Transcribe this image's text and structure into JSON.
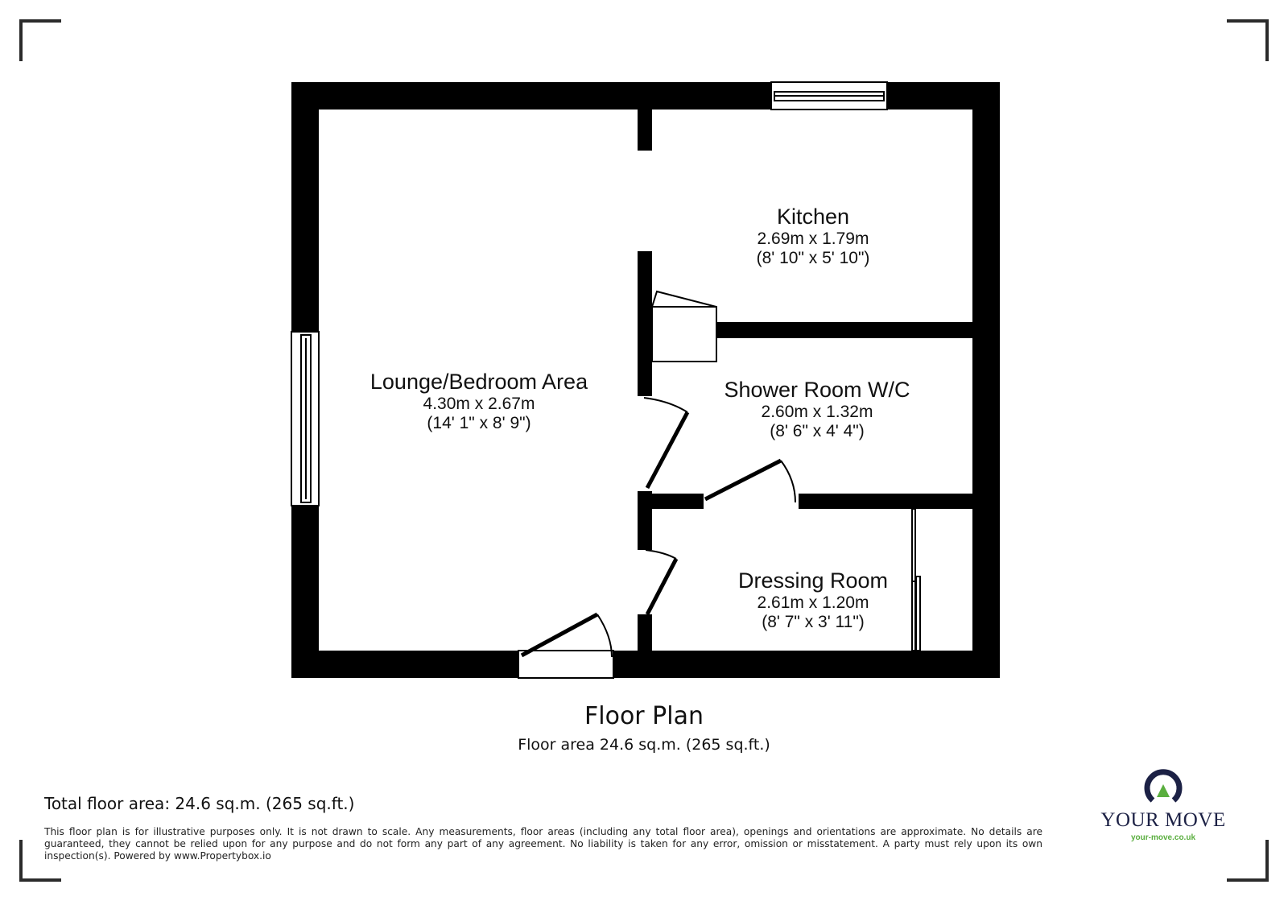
{
  "plan": {
    "title": "Floor Plan",
    "subtitle": "Floor area 24.6 sq.m. (265 sq.ft.)"
  },
  "rooms": [
    {
      "id": "kitchen",
      "name": "Kitchen",
      "metric": "2.69m x 1.79m",
      "imperial": "(8' 10\" x 5' 10\")"
    },
    {
      "id": "lounge",
      "name": "Lounge/Bedroom Area",
      "metric": "4.30m x 2.67m",
      "imperial": "(14' 1\" x 8' 9\")"
    },
    {
      "id": "shower",
      "name": "Shower Room W/C",
      "metric": "2.60m x 1.32m",
      "imperial": "(8' 6\" x 4' 4\")"
    },
    {
      "id": "dressing",
      "name": "Dressing Room",
      "metric": "2.61m x 1.20m",
      "imperial": "(8' 7\" x 3' 11\")"
    }
  ],
  "footer": {
    "total_area": "Total floor area: 24.6 sq.m. (265 sq.ft.)",
    "disclaimer": "This floor plan is for illustrative purposes only. It is not drawn to scale. Any measurements, floor areas (including any total floor area), openings and orientations are approximate. No details are guaranteed, they cannot be relied upon for any purpose and do not form any part of any agreement. No liability is taken for any error, omission or misstatement. A party must rely upon its own inspection(s). Powered by www.Propertybox.io"
  },
  "logo": {
    "brand": "YOUR MOVE",
    "url": "your-move.co.uk",
    "icon": "location-ring-icon",
    "colors": {
      "navy": "#1c2145",
      "green": "#5aae3f"
    }
  },
  "colors": {
    "wall": "#000000",
    "background": "#ffffff",
    "corner_marks": "#2b2b2b"
  }
}
